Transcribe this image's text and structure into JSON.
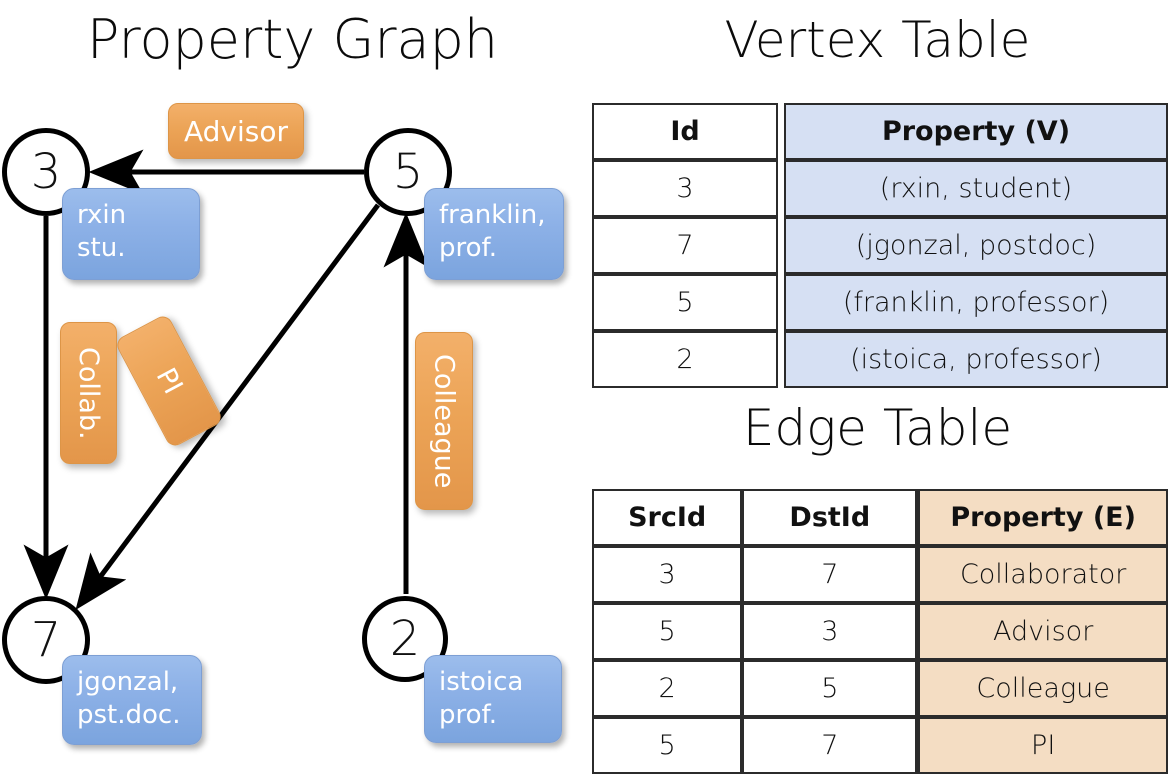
{
  "titles": {
    "property_graph": "Property Graph",
    "vertex_table": "Vertex Table",
    "edge_table": "Edge Table"
  },
  "graph": {
    "nodes": [
      {
        "id": "3",
        "property": "rxin\nstu."
      },
      {
        "id": "5",
        "property": "franklin,\nprof."
      },
      {
        "id": "7",
        "property": "jgonzal,\npst.doc."
      },
      {
        "id": "2",
        "property": "istoica\nprof."
      }
    ],
    "node_labels": {
      "n3": "3",
      "n5": "5",
      "n7": "7",
      "n2": "2"
    },
    "vertex_props": {
      "rxin_line1": "rxin",
      "rxin_line2": "stu.",
      "franklin_line1": "franklin,",
      "franklin_line2": "prof.",
      "jgonzal_line1": "jgonzal,",
      "jgonzal_line2": "pst.doc.",
      "istoica_line1": "istoica",
      "istoica_line2": "prof."
    },
    "edge_labels": {
      "advisor": "Advisor",
      "collab": "Collab.",
      "pi": "PI",
      "colleague": "Colleague"
    },
    "edges": [
      {
        "src": "5",
        "dst": "3",
        "label": "Advisor"
      },
      {
        "src": "3",
        "dst": "7",
        "label": "Collab."
      },
      {
        "src": "5",
        "dst": "7",
        "label": "PI"
      },
      {
        "src": "2",
        "dst": "5",
        "label": "Colleague"
      }
    ]
  },
  "vertex_table": {
    "headers": {
      "id": "Id",
      "property": "Property (V)"
    },
    "rows": [
      {
        "id": "3",
        "property": "(rxin, student)"
      },
      {
        "id": "7",
        "property": "(jgonzal, postdoc)"
      },
      {
        "id": "5",
        "property": "(franklin, professor)"
      },
      {
        "id": "2",
        "property": "(istoica, professor)"
      }
    ]
  },
  "edge_table": {
    "headers": {
      "src": "SrcId",
      "dst": "DstId",
      "property": "Property (E)"
    },
    "rows": [
      {
        "src": "3",
        "dst": "7",
        "property": "Collaborator"
      },
      {
        "src": "5",
        "dst": "3",
        "property": "Advisor"
      },
      {
        "src": "2",
        "dst": "5",
        "property": "Colleague"
      },
      {
        "src": "5",
        "dst": "7",
        "property": "PI"
      }
    ]
  },
  "colors": {
    "vertex_fill": "#d6e0f3",
    "edge_fill": "#f4ddc3",
    "node_box_blue": "#8db1e7",
    "edge_label_orange": "#eca457",
    "stroke": "#000000"
  }
}
